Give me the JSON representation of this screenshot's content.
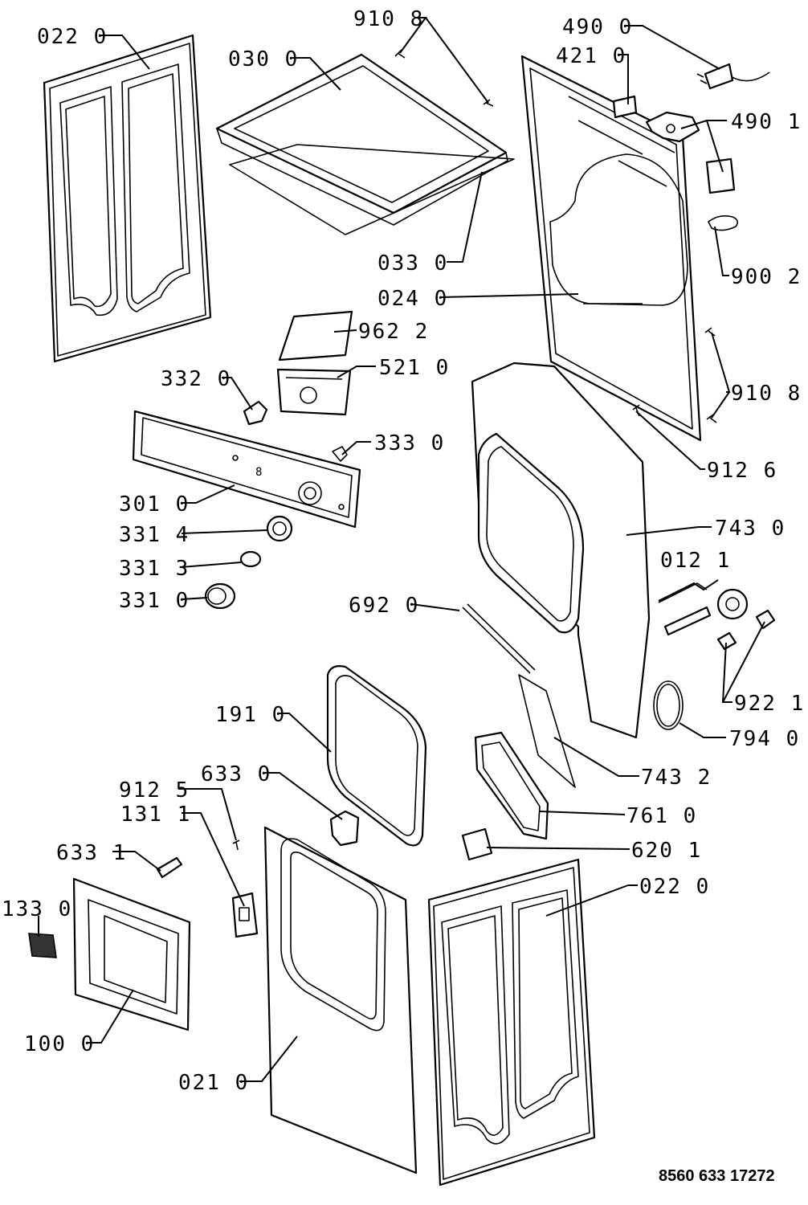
{
  "labels": {
    "p022_0_top": "022 0",
    "p030_0": "030 0",
    "p910_8_top": "910 8",
    "p490_0": "490 0",
    "p421_0": "421 0",
    "p490_1": "490 1",
    "p033_0": "033 0",
    "p024_0": "024 0",
    "p900_2": "900 2",
    "p962_2": "962 2",
    "p521_0": "521 0",
    "p332_0": "332 0",
    "p910_8_right": "910 8",
    "p333_0": "333 0",
    "p912_6": "912 6",
    "p301_0": "301 0",
    "p743_0": "743 0",
    "p331_4": "331 4",
    "p012_1": "012 1",
    "p331_3": "331 3",
    "p331_0": "331 0",
    "p692_0": "692 0",
    "p922_1": "922 1",
    "p191_0": "191 0",
    "p794_0": "794 0",
    "p743_2": "743 2",
    "p633_0": "633 0",
    "p912_5": "912 5",
    "p761_0": "761 0",
    "p131_1": "131 1",
    "p633_1": "633 1",
    "p620_1": "620 1",
    "p022_0_bottom": "022 0",
    "p133_0": "133 0",
    "p100_0": "100 0",
    "p021_0": "021 0"
  },
  "panel_logo_text": "8",
  "document_number": "8560 633 17272"
}
